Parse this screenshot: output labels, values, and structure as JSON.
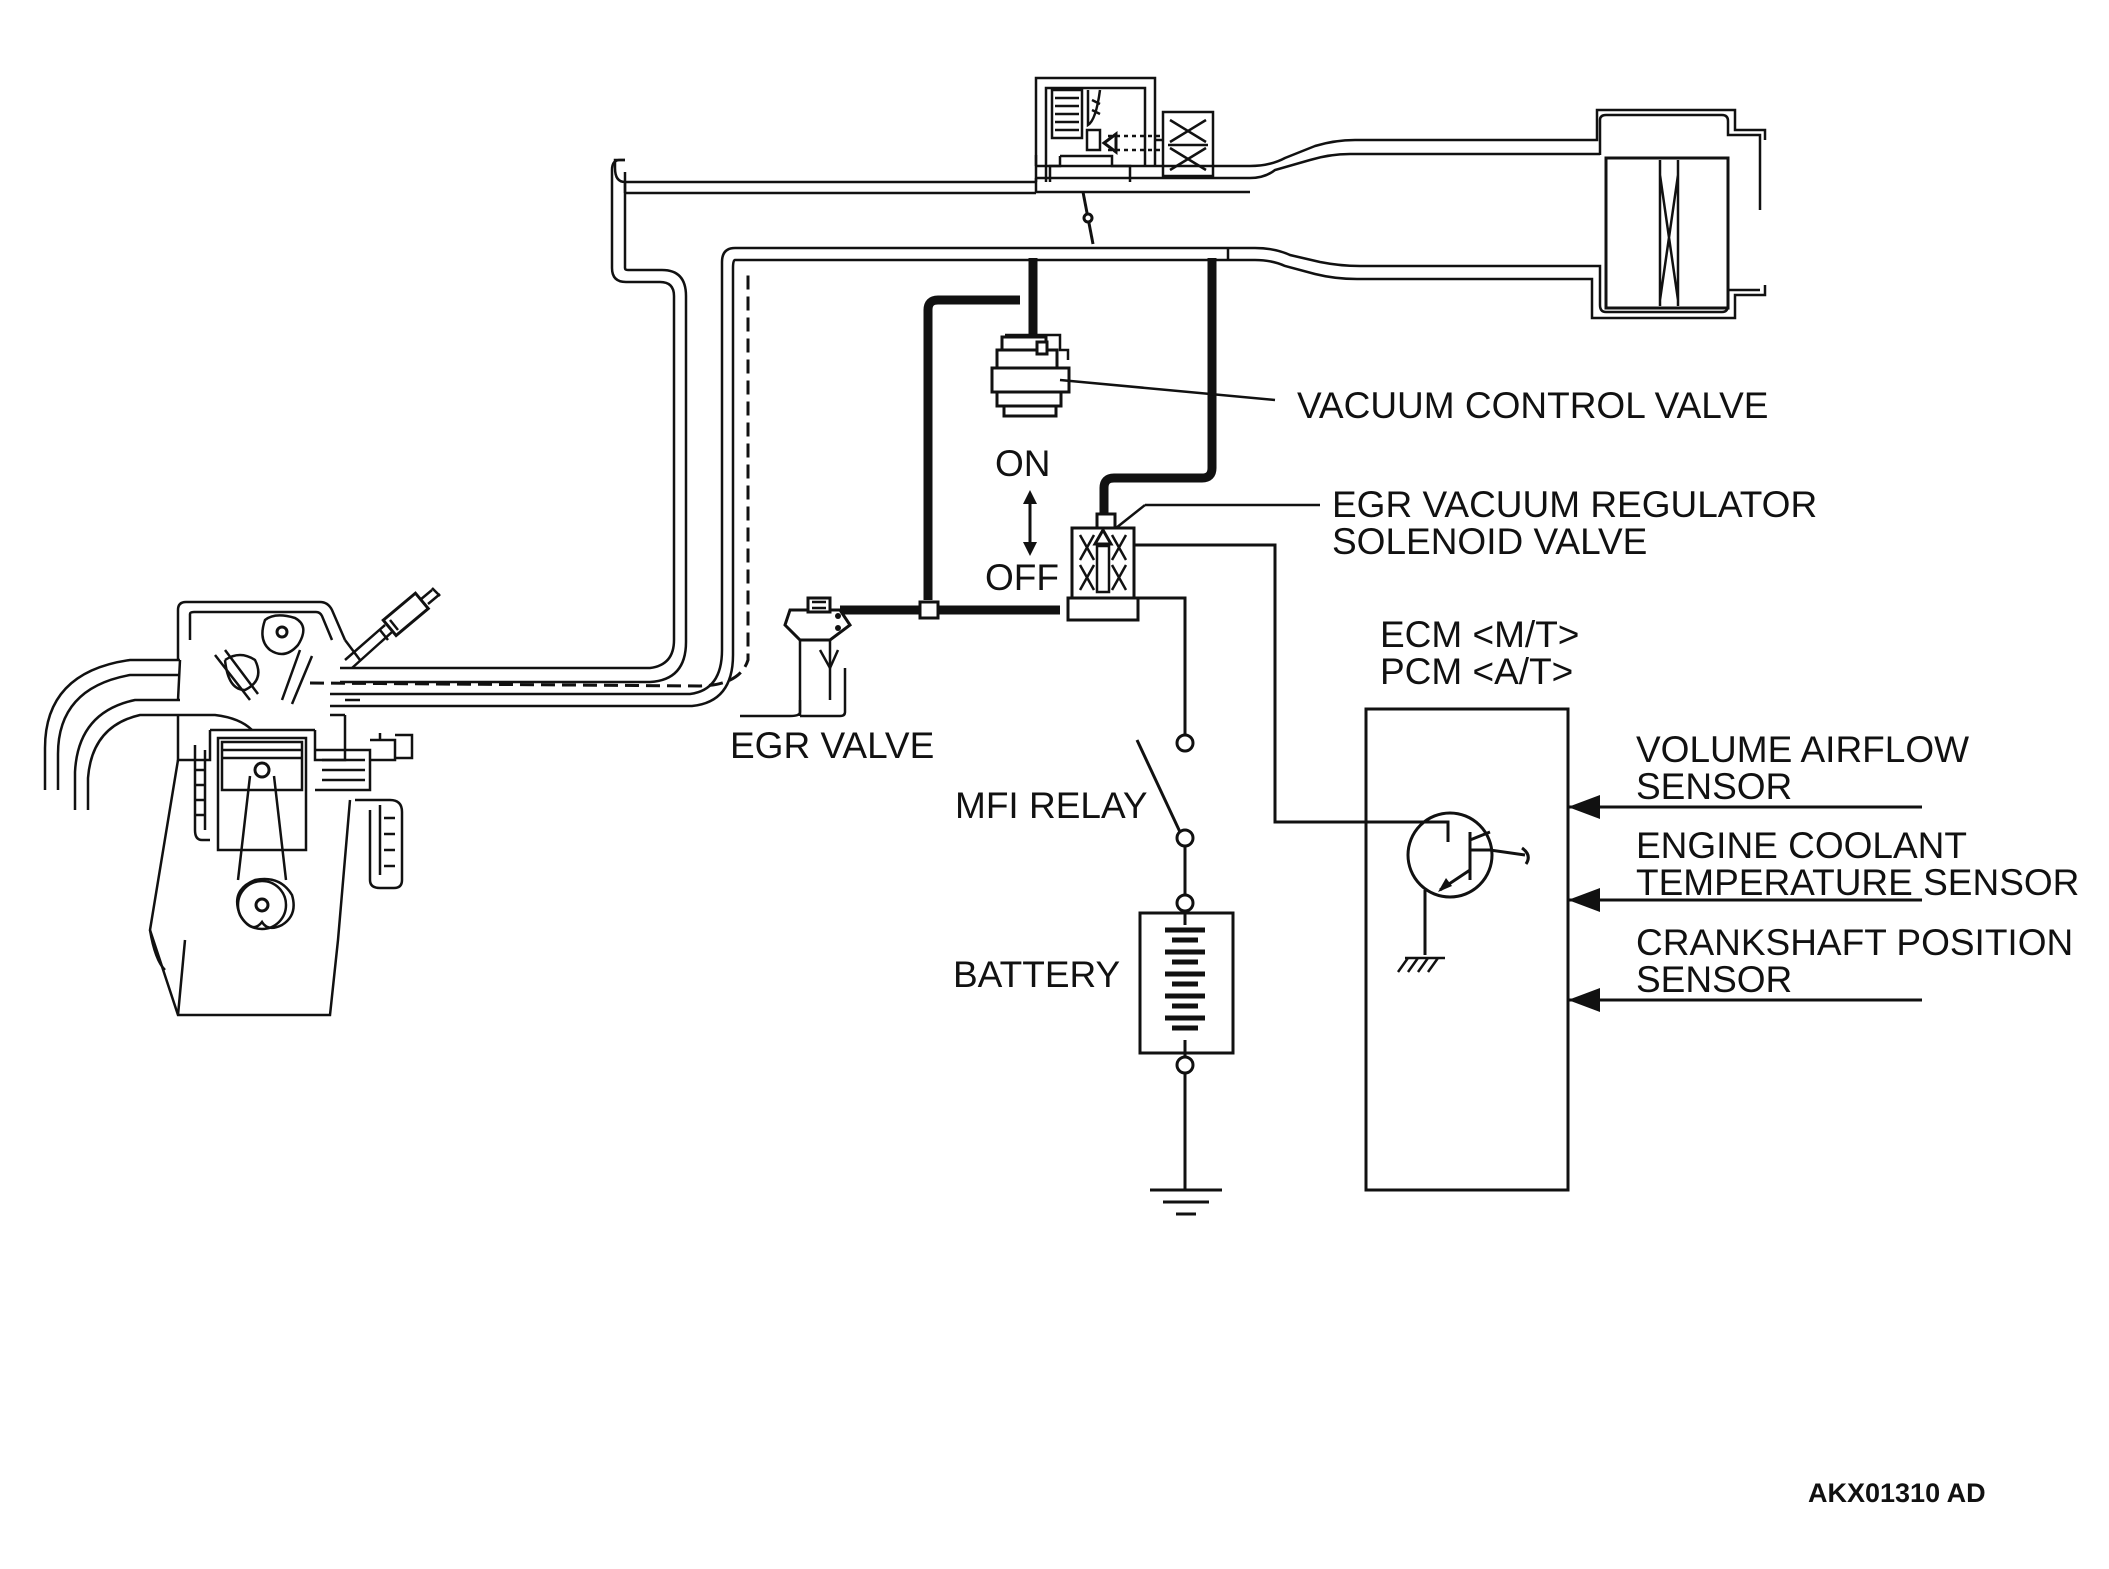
{
  "labels": {
    "vacuum_control_valve": "VACUUM CONTROL VALVE",
    "egr_regulator_line1": "EGR VACUUM REGULATOR",
    "egr_regulator_line2": "SOLENOID VALVE",
    "on": "ON",
    "off": "OFF",
    "egr_valve": "EGR VALVE",
    "mfi_relay": "MFI RELAY",
    "battery": "BATTERY",
    "ecm": "ECM <M/T>",
    "pcm": "PCM <A/T>",
    "volume_airflow_line1": "VOLUME AIRFLOW",
    "volume_airflow_line2": "SENSOR",
    "engine_coolant_line1": "ENGINE COOLANT",
    "engine_coolant_line2": "TEMPERATURE SENSOR",
    "crankshaft_line1": "CRANKSHAFT POSITION",
    "crankshaft_line2": "SENSOR",
    "figure_code": "AKX01310 AD"
  }
}
